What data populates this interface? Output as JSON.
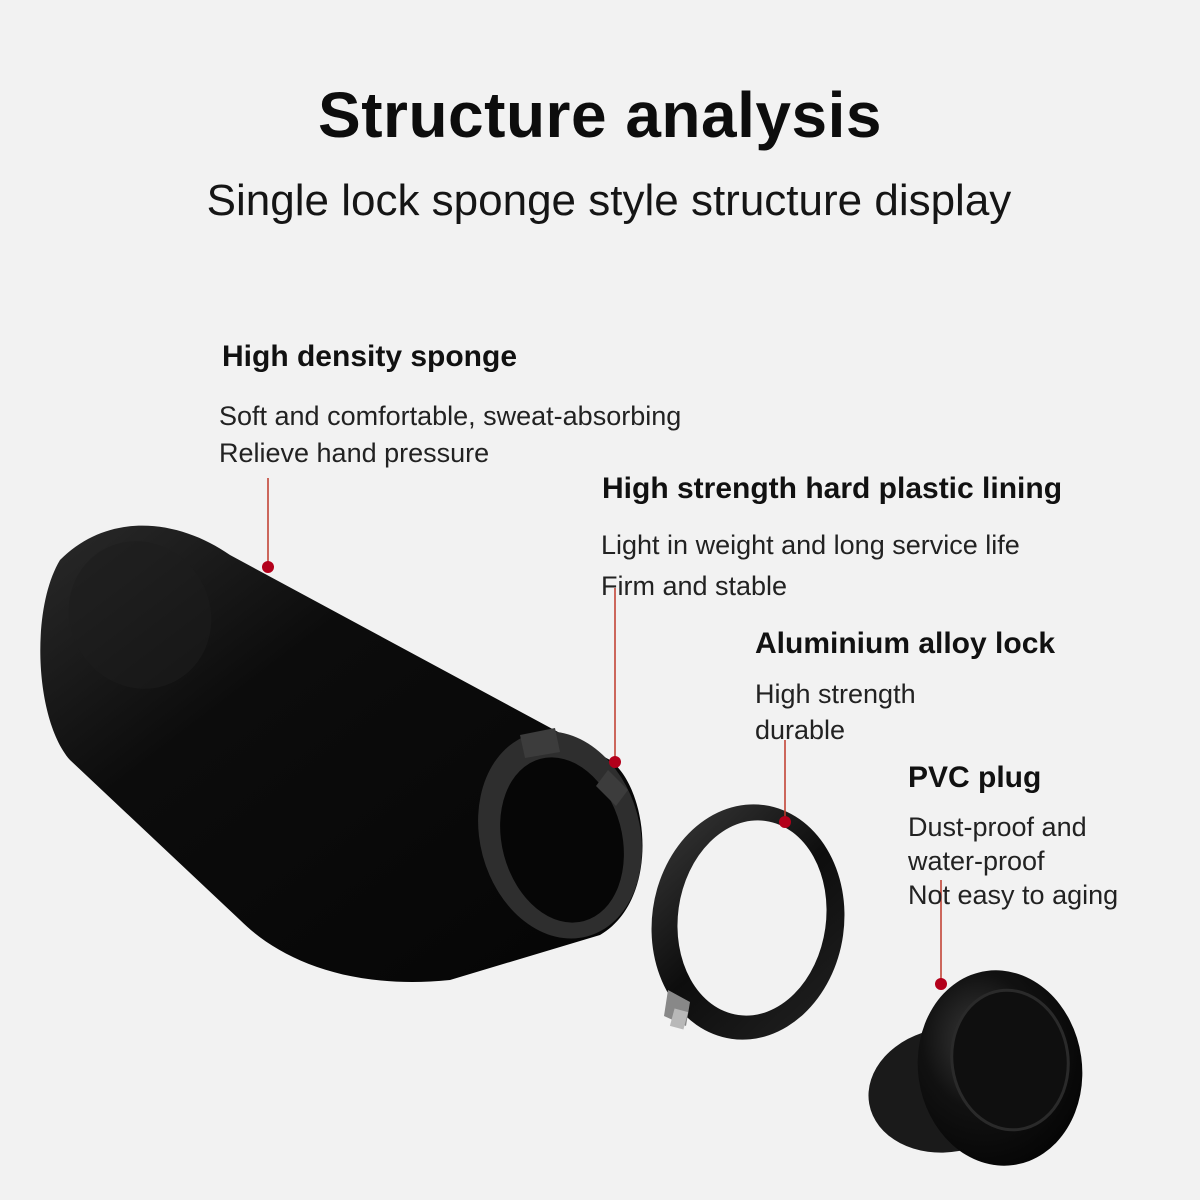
{
  "title": "Structure analysis",
  "subtitle": "Single lock sponge style structure display",
  "parts": {
    "sponge": {
      "heading": "High density sponge",
      "lines": [
        "Soft and comfortable, sweat-absorbing",
        "Relieve hand pressure"
      ]
    },
    "lining": {
      "heading": "High strength hard plastic lining",
      "lines": [
        "Light in weight and long service life",
        "Firm and stable"
      ]
    },
    "lock": {
      "heading": "Aluminium alloy lock",
      "lines": [
        "High strength",
        "durable"
      ]
    },
    "plug": {
      "heading": "PVC plug",
      "lines": [
        "Dust-proof and",
        "water-proof",
        "Not easy to aging"
      ]
    }
  },
  "colors": {
    "background": "#f2f2f2",
    "leader_line": "#c0392b",
    "leader_dot": "#b3001b",
    "product": "#0b0b0b"
  }
}
